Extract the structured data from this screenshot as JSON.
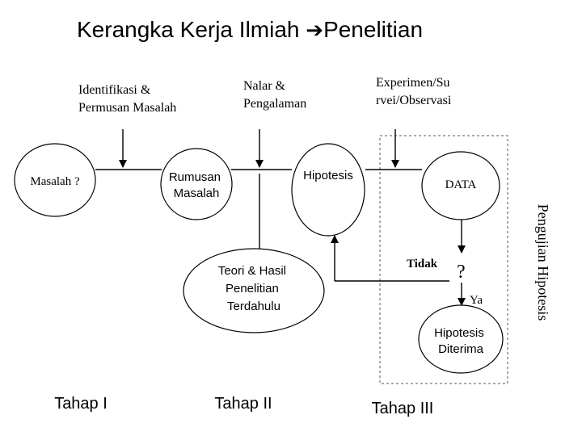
{
  "title": {
    "part1": "Kerangka Kerja Ilmiah ",
    "part2": "Penelitian"
  },
  "inputs": {
    "identifikasi": [
      "Identifikasi &",
      "Permusan Masalah"
    ],
    "nalar": [
      "Nalar &",
      "Pengalaman"
    ],
    "experimen": [
      "Experimen/Su",
      "rvei/Observasi"
    ]
  },
  "nodes": {
    "masalah": [
      "Masalah ?"
    ],
    "rumusan": [
      "Rumusan",
      "Masalah"
    ],
    "hipotesis": [
      "Hipotesis"
    ],
    "data": [
      "DATA"
    ],
    "teori": [
      "Teori  & Hasil",
      "Penelitian",
      "Terdahulu"
    ],
    "diterima": [
      "Hipotesis",
      "Diterima"
    ]
  },
  "decision": {
    "symbol": "?",
    "tidak": "Tidak",
    "ya": "Ya"
  },
  "side_label": "Pengujian Hipotesis",
  "stages": [
    "Tahap I",
    "Tahap II",
    "Tahap III"
  ]
}
